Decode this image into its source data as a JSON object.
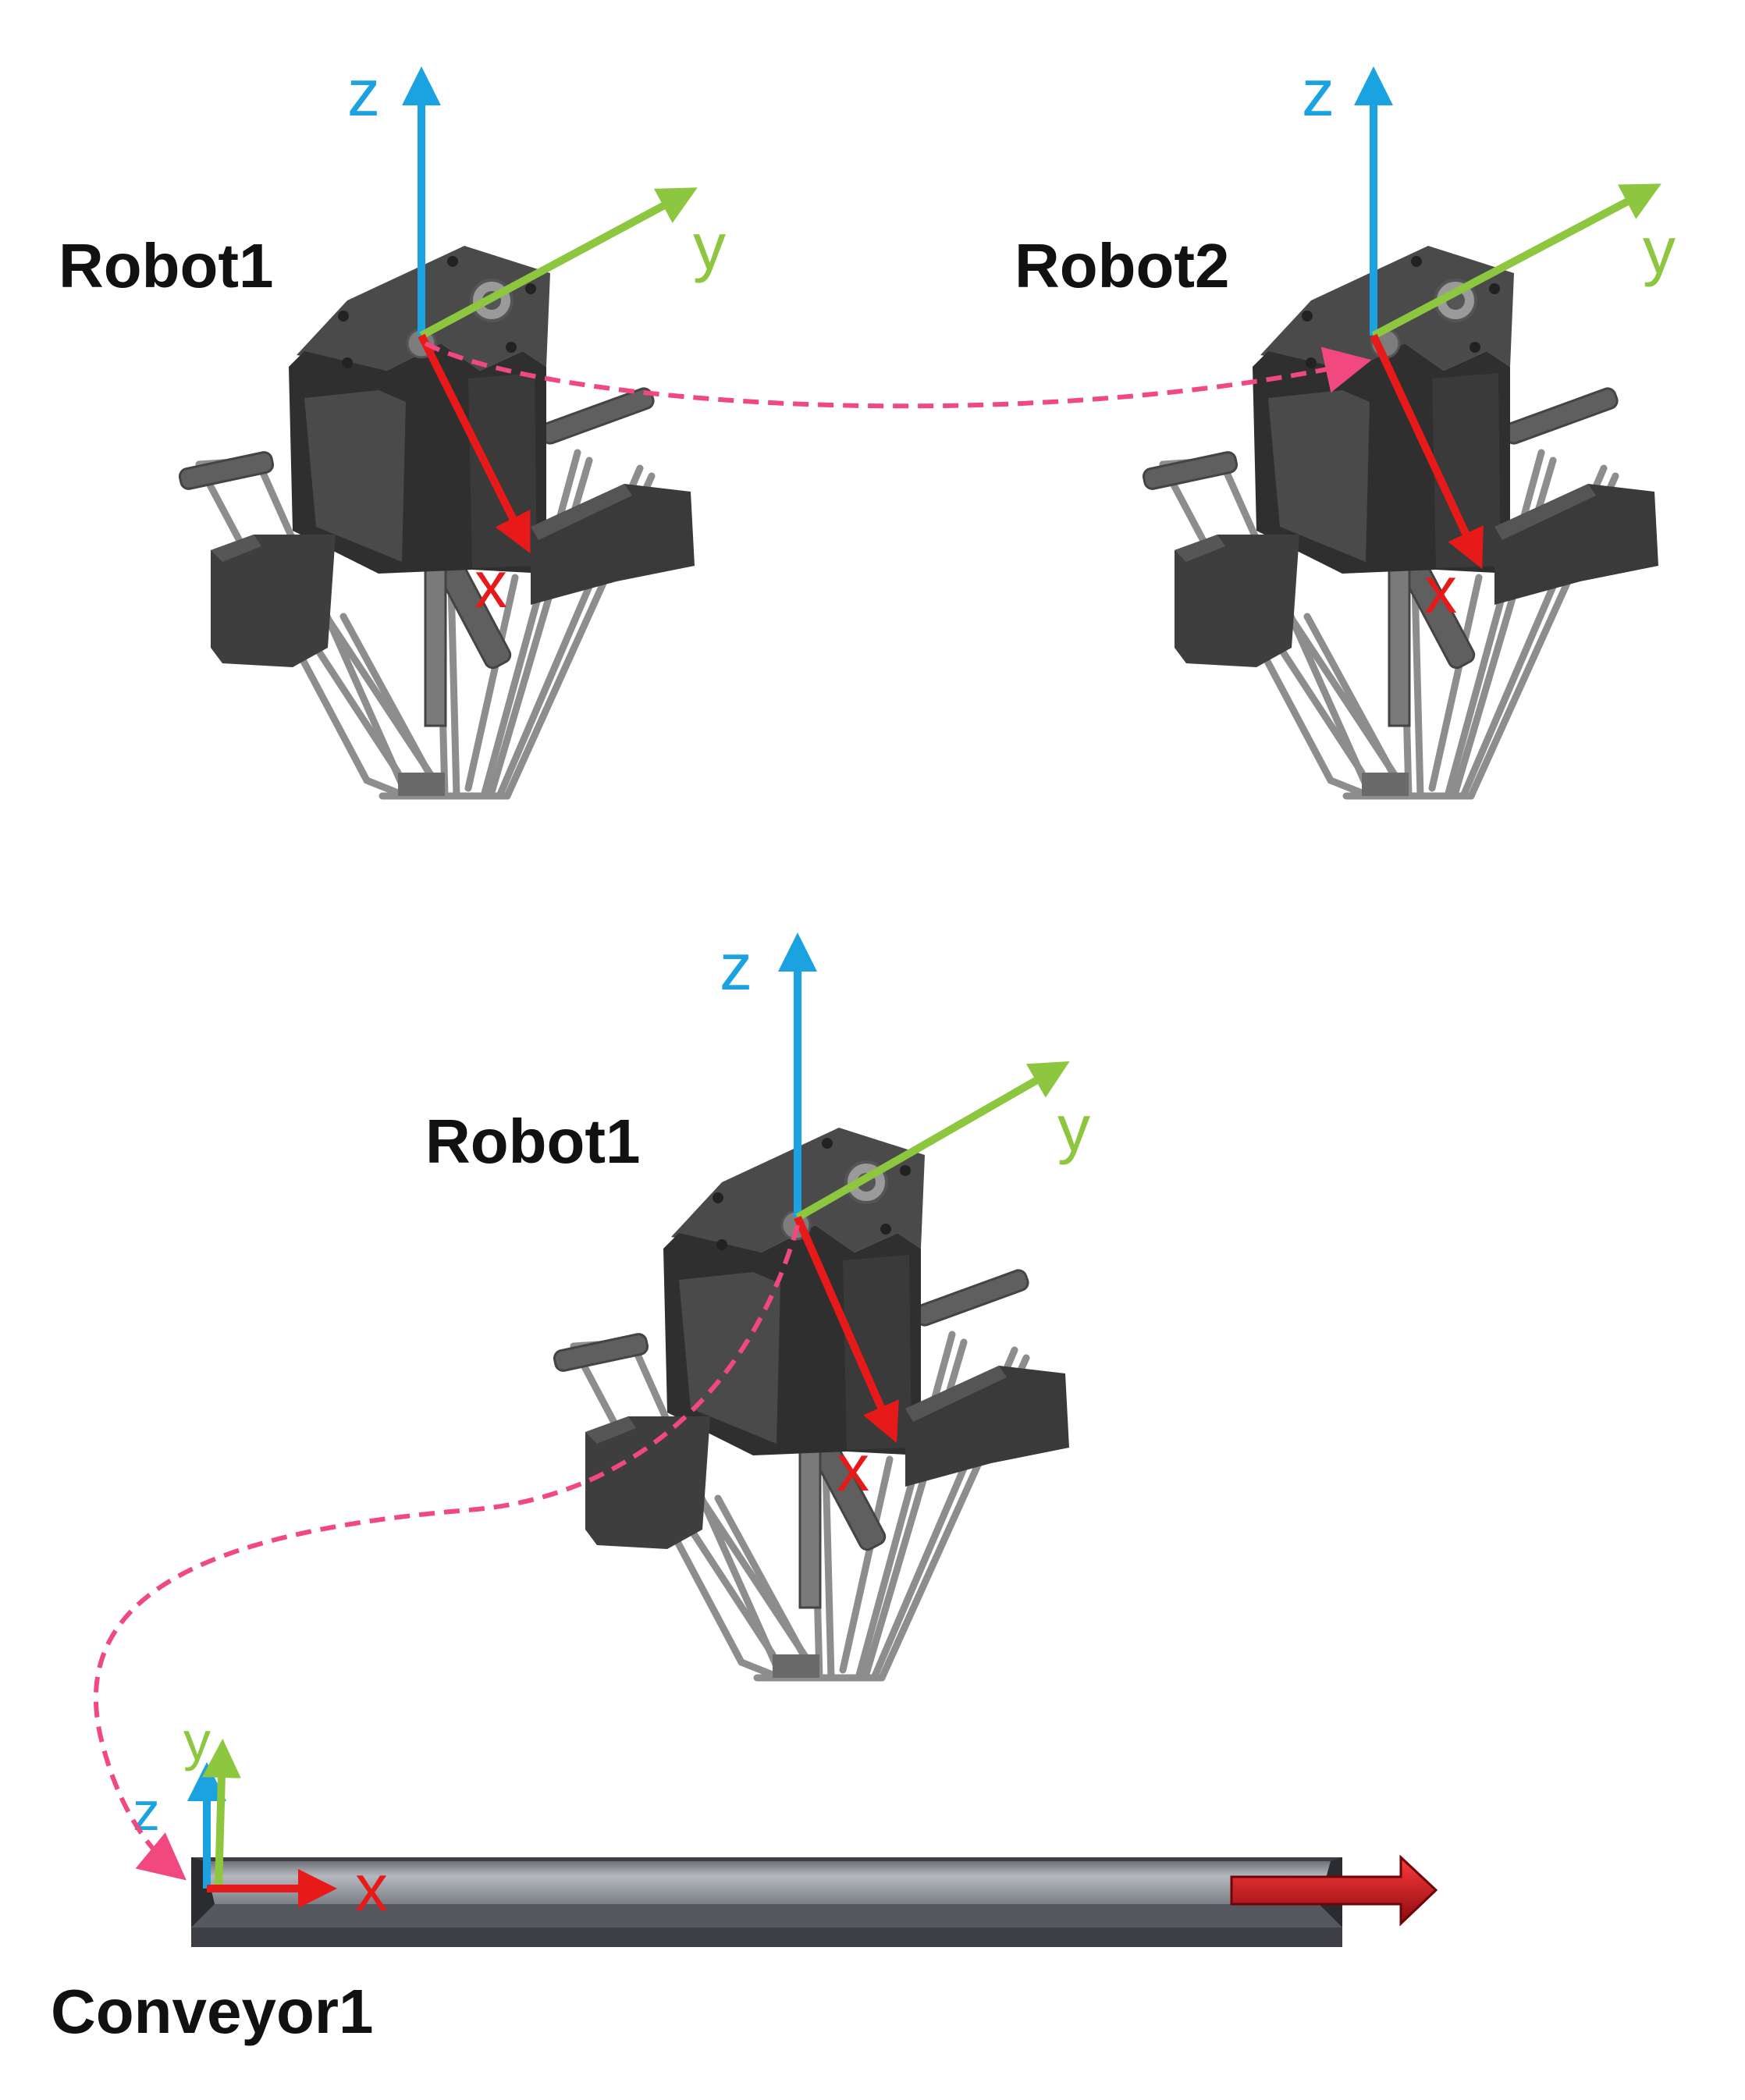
{
  "robot_1_top": {
    "label": "Robot1",
    "axes": {
      "x": "x",
      "y": "y",
      "z": "z"
    }
  },
  "robot_2": {
    "label": "Robot2",
    "axes": {
      "x": "x",
      "y": "y",
      "z": "z"
    }
  },
  "robot_1_bottom": {
    "label": "Robot1",
    "axes": {
      "x": "x",
      "y": "y",
      "z": "z"
    }
  },
  "conveyor": {
    "label": "Conveyor1",
    "axes": {
      "x": "x",
      "y": "y",
      "z": "z"
    }
  },
  "colors": {
    "x_axis": "#e81919",
    "y_axis": "#8dc63f",
    "z_axis": "#1aa3e0",
    "transform_link": "#f0487f",
    "robot_body": "#3a3a3a",
    "conveyor_belt": "#8a8e95",
    "conveyor_arrow": "#c8101a"
  },
  "icons": {
    "robot": "delta-robot-icon",
    "conveyor": "conveyor-belt-icon",
    "direction": "conveyor-direction-arrow-icon"
  }
}
